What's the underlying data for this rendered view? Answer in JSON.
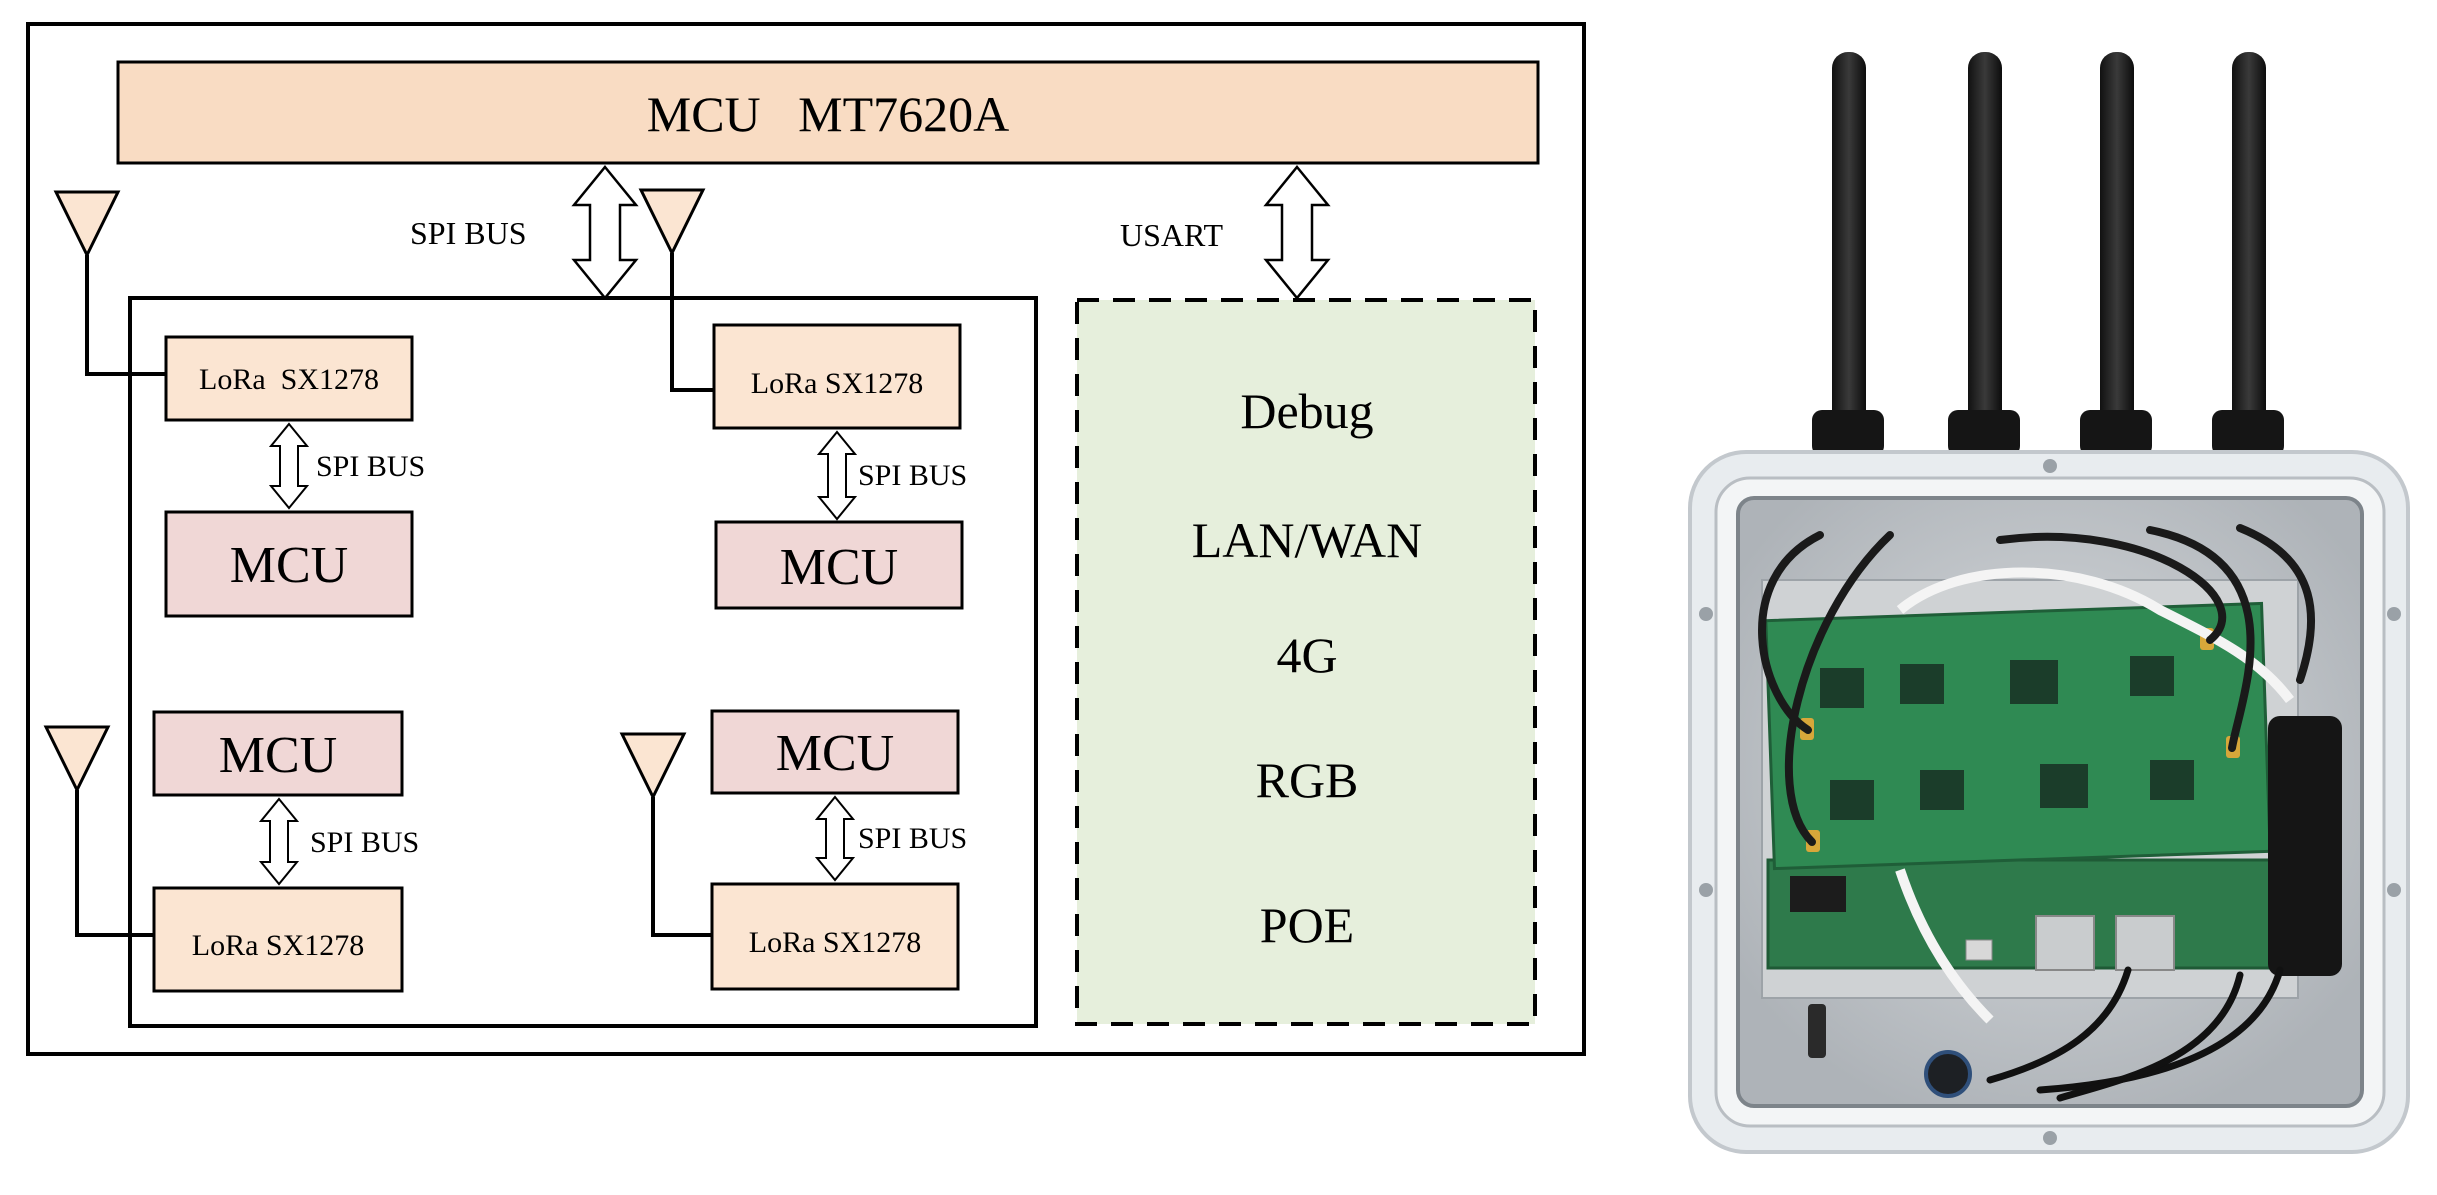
{
  "diagram": {
    "main_mcu": "MCU   MT7620A",
    "top_bus_left": "SPI BUS",
    "top_bus_right": "USART",
    "modules": [
      {
        "lora": "LoRa  SX1278",
        "mcu": "MCU",
        "bus": "SPI BUS"
      },
      {
        "lora": "LoRa SX1278",
        "mcu": "MCU",
        "bus": "SPI BUS"
      },
      {
        "lora": "LoRa SX1278",
        "mcu": "MCU",
        "bus": "SPI BUS"
      },
      {
        "lora": "LoRa SX1278",
        "mcu": "MCU",
        "bus": "SPI BUS"
      }
    ],
    "peripherals": [
      "Debug",
      "LAN/WAN",
      "4G",
      "RGB",
      "POE"
    ]
  },
  "colors": {
    "main_mcu_fill": "#f9dcc3",
    "lora_fill": "#fbe5d2",
    "mcu_fill": "#f0d7d6",
    "peripheral_fill": "#e6efdc",
    "line": "#000000"
  }
}
